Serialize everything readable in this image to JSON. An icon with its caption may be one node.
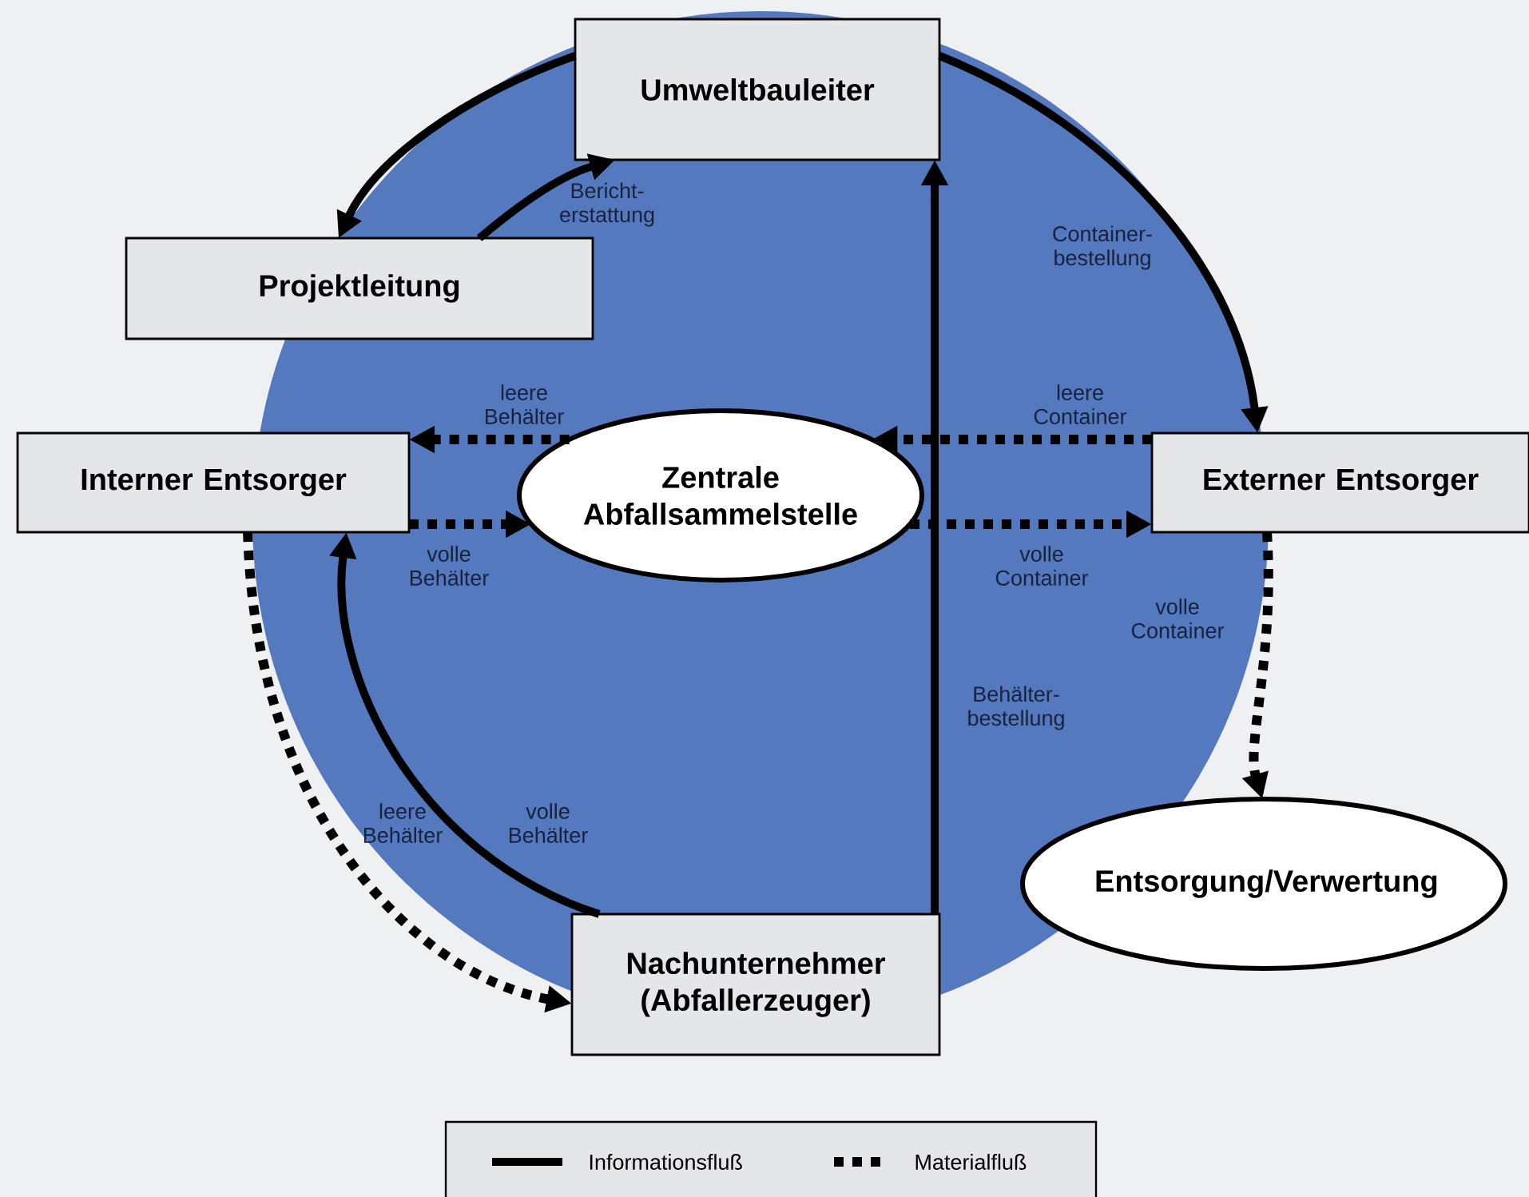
{
  "diagram": {
    "nodes": [
      {
        "text": [
          "Umweltbauleiter"
        ]
      },
      {
        "text": [
          "Projektleitung"
        ]
      },
      {
        "text": [
          "Interner Entsorger"
        ]
      },
      {
        "text": [
          "Zentrale Abfallsammelstelle"
        ]
      },
      {
        "text": [
          "Externer Entsorger"
        ]
      },
      {
        "text": [
          "Entsorgung/Verwertung"
        ]
      },
      {
        "text": [
          "Nachunternehmer (Abfallerzeuger)"
        ]
      }
    ],
    "edges": [
      {
        "from": 0,
        "to": 1,
        "arrow": "to"
      },
      {
        "from": 1,
        "to": 0,
        "arrow": "to",
        "label": "Bericht-erstattung"
      },
      {
        "from": 0,
        "to": 4,
        "arrow": "to",
        "label": "Container-bestellung"
      },
      {
        "from": 6,
        "to": 0,
        "arrow": "to",
        "label": "Behälter-bestellung"
      },
      {
        "from": 3,
        "to": 2,
        "arrow": "to",
        "label": "leere Behälter",
        "style": "dashed"
      },
      {
        "from": 2,
        "to": 3,
        "arrow": "to",
        "label": "volle Behälter",
        "style": "dashed"
      },
      {
        "from": 4,
        "to": 3,
        "arrow": "to",
        "label": "leere Container",
        "style": "dashed"
      },
      {
        "from": 3,
        "to": 4,
        "arrow": "to",
        "label": "volle Container",
        "style": "dashed"
      },
      {
        "from": 4,
        "to": 5,
        "arrow": "to",
        "label": "volle Container",
        "style": "dashed"
      },
      {
        "from": 6,
        "to": 2,
        "arrow": "to",
        "label": "volle Behälter"
      },
      {
        "from": 2,
        "to": 6,
        "arrow": "to",
        "label": "leere Behälter",
        "style": "dashed"
      }
    ],
    "legend": [
      {
        "text": "Informationsfluß"
      },
      {
        "text": "Materialfluß"
      }
    ]
  }
}
